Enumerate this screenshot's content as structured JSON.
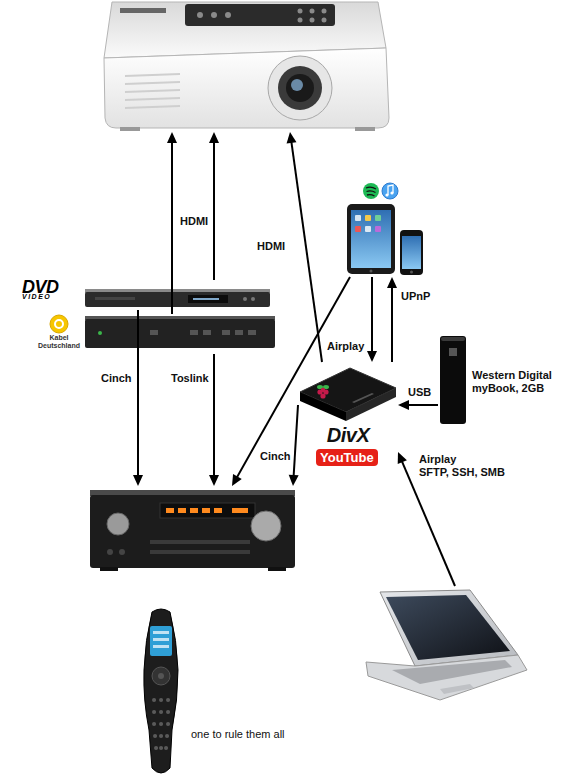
{
  "diagram": {
    "nodes": [
      {
        "text": []
      },
      {
        "text": [
          "DVD VIDEO"
        ]
      },
      {
        "text": [
          "Kabel Deutschland"
        ]
      },
      {
        "text": []
      },
      {
        "text": [
          "DivX",
          "YouTube"
        ]
      },
      {
        "text": [
          "Western Digital myBook, 2GB"
        ]
      },
      {
        "text": []
      },
      {
        "text": []
      }
    ],
    "edges": [
      {
        "from": 2,
        "to": 0,
        "arrow": "to",
        "label": "HDMI"
      },
      {
        "from": 1,
        "to": 0,
        "arrow": "to"
      },
      {
        "from": 4,
        "to": 0,
        "arrow": "to",
        "label": "HDMI"
      },
      {
        "from": 1,
        "to": 6,
        "arrow": "to",
        "label": "Cinch"
      },
      {
        "from": 2,
        "to": 6,
        "arrow": "to",
        "label": "Toslink"
      },
      {
        "from": 3,
        "to": 6,
        "arrow": "to",
        "label": "Airplay"
      },
      {
        "from": 4,
        "to": 6,
        "arrow": "to",
        "label": "Cinch"
      },
      {
        "from": 3,
        "to": 4,
        "arrow": "to"
      },
      {
        "from": 4,
        "to": 3,
        "arrow": "to",
        "label": "UPnP"
      },
      {
        "from": 5,
        "to": 4,
        "arrow": "to",
        "label": "USB"
      },
      {
        "from": 7,
        "to": 4,
        "arrow": "to",
        "label": "Airplay"
      }
    ],
    "labels": [
      "SFTP, SSH, SMB",
      "one to rule them all"
    ]
  }
}
